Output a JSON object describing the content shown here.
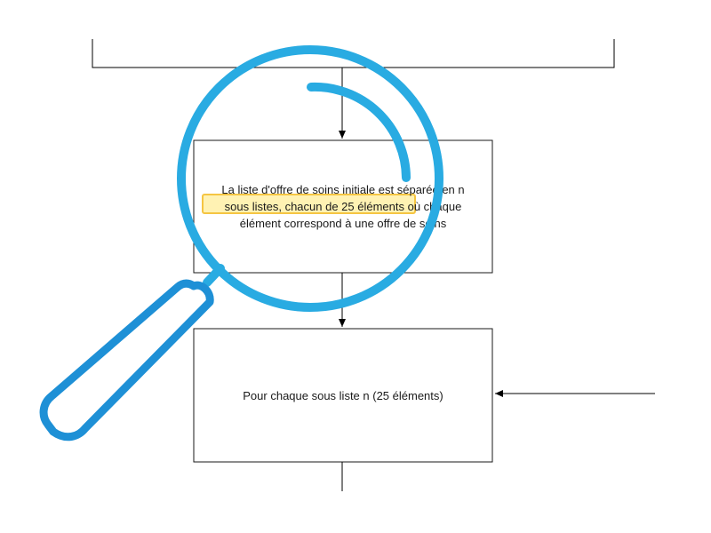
{
  "diagram": {
    "split_node": {
      "lines": [
        "La liste d'offre de soins initiale est séparée en n",
        "sous listes, chacun de 25 éléments où chaque",
        "élément correspond à une offre de soins"
      ],
      "highlight": "sous listes, chacun de 25 éléments"
    },
    "loop_node": {
      "label": "Pour chaque sous liste n (25 éléments)"
    }
  },
  "colors": {
    "line": "#000000",
    "box_border": "#1a1a1a",
    "highlight_fill": "#fff2b3",
    "highlight_border": "#f5c542",
    "magnifier": "#29abe2",
    "magnifier_dark": "#1e90d6"
  },
  "overlay_icon": "magnifying-glass-icon"
}
